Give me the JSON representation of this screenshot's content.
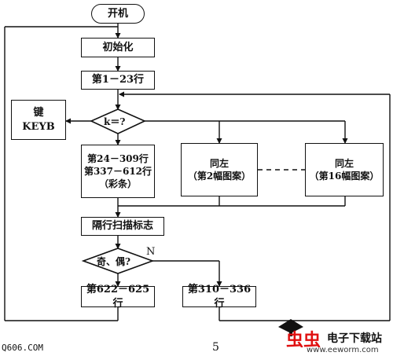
{
  "flowchart": {
    "start": "开机",
    "init": "初始化",
    "rows_first": "第1－23行",
    "decision_k": "k＝?",
    "key": [
      "键",
      "KEYB"
    ],
    "pattern1": [
      "第24－309行",
      "第337－612行",
      "（彩条）"
    ],
    "pattern2": [
      "同左",
      "（第2幅图案）"
    ],
    "pattern16": [
      "同左",
      "（第16幅图案）"
    ],
    "interlace": "隔行扫描标志",
    "decision_odd": "奇、偶?",
    "no_label": "N",
    "rows_last_odd": "第622－625行",
    "rows_last_even": "第310－336行"
  },
  "footer": {
    "left_text": "Q606.COM",
    "page_number": "5"
  },
  "watermark": {
    "brand": "电子下载站",
    "url": "www.eeworm.com"
  }
}
